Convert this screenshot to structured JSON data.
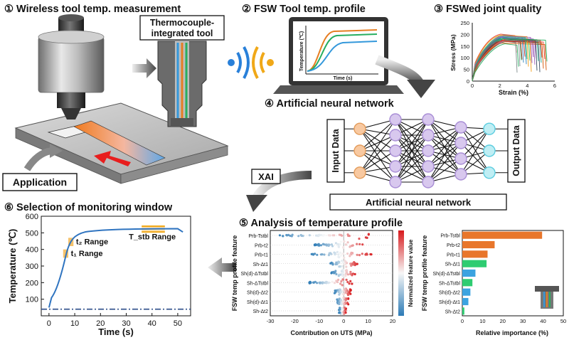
{
  "sections": {
    "s1": "① Wireless tool temp. measurement",
    "s2": "② FSW Tool temp. profile",
    "s3": "③ FSWed joint quality",
    "s4": "④ Artificial neural network",
    "s5": "⑤ Analysis of temperature profile",
    "s6": "⑥ Selection of monitoring window"
  },
  "labels": {
    "thermo_line1": "Thermocouple-",
    "thermo_line2": "integrated tool",
    "application": "Application",
    "xai": "XAI",
    "ann_box": "Artificial neural network",
    "input_data": "Input Data",
    "output_data": "Output Data"
  },
  "laptop_chart": {
    "ylabel": "Temperature (℃)",
    "xlabel": "Time (s)",
    "colors": [
      "#e67e22",
      "#27ae60",
      "#3498db"
    ]
  },
  "stress_chart": {
    "ylabel": "Stress (MPa)",
    "xlabel": "Strain (%)",
    "yticks": [
      "0",
      "50",
      "100",
      "150",
      "200",
      "250"
    ],
    "xticks": [
      "0",
      "2",
      "4",
      "6"
    ]
  },
  "temp_chart": {
    "ylabel": "Temperature (℃)",
    "xlabel": "Time (s)",
    "yticks": [
      "100",
      "200",
      "300",
      "400",
      "500",
      "600"
    ],
    "xticks": [
      "0",
      "10",
      "20",
      "30",
      "40",
      "50"
    ],
    "t2": "t₂ Range",
    "t1": "t₁ Range",
    "tstb": "T_stb Range"
  },
  "shap_chart": {
    "ylabel": "FSW temp profile feature",
    "xlabel": "Contribution on UTS (MPa)",
    "colorbar_label": "Normalized feature value",
    "features": [
      "Prb-Tstbl",
      "Prb-t2",
      "Prb-t1",
      "Sh-Δt1",
      "Sh(d)-ΔTstbl",
      "Sh-ΔTstbl",
      "Sh(d)-Δt2",
      "Sh(d)-Δt1",
      "Sh-Δt2"
    ],
    "xticks": [
      "-30",
      "-20",
      "-10",
      "0",
      "10",
      "20"
    ]
  },
  "importance_chart": {
    "ylabel": "FSW temp profile feature",
    "xlabel": "Relative importance (%)",
    "features": [
      "Prb-Tstbl",
      "Prb-t2",
      "Prb-t1",
      "Sh-Δt1",
      "Sh(d)-ΔTstbl",
      "Sh-ΔTstbl",
      "Sh(d)-Δt2",
      "Sh(d)-Δt1",
      "Sh-Δt2"
    ],
    "values": [
      39.5,
      16,
      12.5,
      12,
      6.5,
      5,
      4,
      3,
      1
    ],
    "colors": [
      "#e8762b",
      "#e8762b",
      "#e8762b",
      "#2ecc71",
      "#3ba3e0",
      "#2ecc71",
      "#3ba3e0",
      "#3ba3e0",
      "#2ecc71"
    ],
    "xticks": [
      "0",
      "10",
      "20",
      "30",
      "40",
      "50"
    ],
    "xmax": 50
  }
}
